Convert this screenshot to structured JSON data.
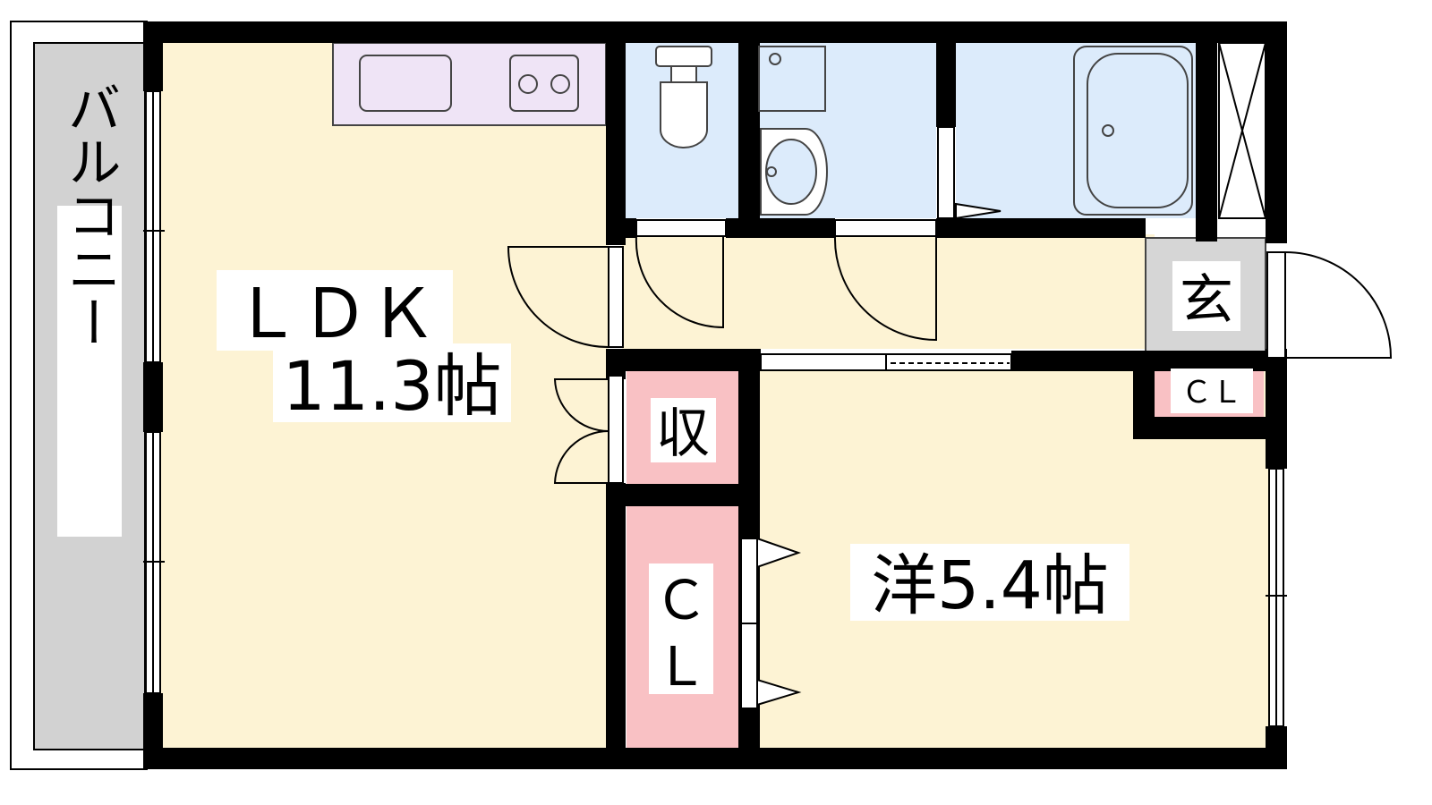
{
  "rooms": {
    "ldk": {
      "label": "ＬＤＫ",
      "size": "11.3帖"
    },
    "western": {
      "label": "洋5.4帖"
    },
    "balcony": {
      "label": "バルコニー"
    },
    "entrance": {
      "label": "玄"
    },
    "storage": {
      "label": "収"
    },
    "closet_main": {
      "line1": "Ｃ",
      "line2": "Ｌ"
    },
    "closet_entry": {
      "label": "ＣＬ"
    }
  },
  "colors": {
    "floor": "#fdf3d4",
    "wet_area": "#dcebfb",
    "kitchen": "#efe4f6",
    "closet": "#f9c1c4",
    "entrance": "#d6d6d6",
    "balcony": "#d2d2d2",
    "wall": "#000000"
  }
}
